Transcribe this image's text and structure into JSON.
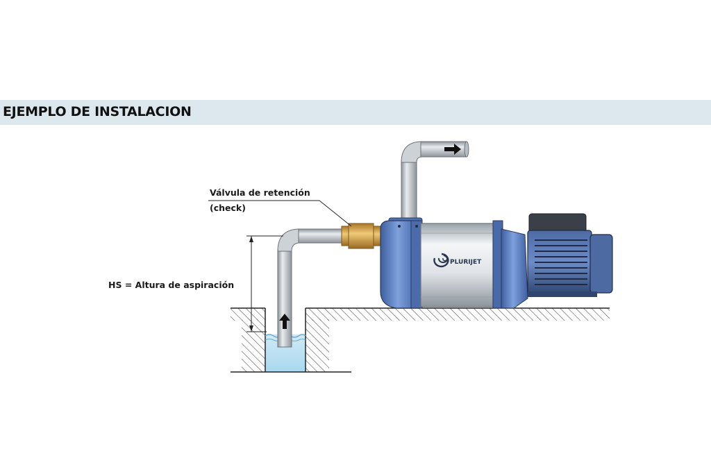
{
  "header": {
    "title": "EJEMPLO DE INSTALACION"
  },
  "labels": {
    "valve_line1": "Válvula de retención",
    "valve_line2": "(check)",
    "suction_height": "HS = Altura de aspiración"
  },
  "pump": {
    "brand": "PLURIJET"
  },
  "colors": {
    "banner": "#dde7ee",
    "pump_blue": "#5b7fc4",
    "motor_dark": "#2b3a5c",
    "valve_brass": "#d2a24a",
    "pipe_grey": "#bfc4c9",
    "water": "#bde3f2"
  },
  "icons": [
    "flow-arrow-out-icon",
    "flow-arrow-up-icon",
    "plurijet-logo-icon"
  ]
}
